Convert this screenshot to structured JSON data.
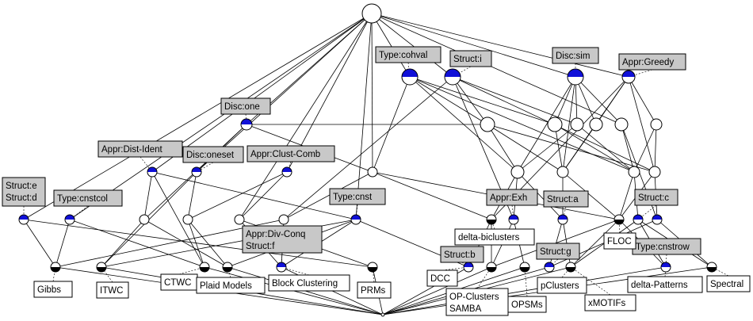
{
  "diagram": {
    "type": "concept-lattice",
    "attribute_labels": [
      "Type:cohval",
      "Struct:i",
      "Disc:sim",
      "Appr:Greedy",
      "Disc:one",
      "Appr:Dist-Ident",
      "Disc:oneset",
      "Appr:Clust-Comb",
      "Struct:e",
      "Struct:d",
      "Type:cnstcol",
      "Type:cnst",
      "Appr:Exh",
      "Struct:a",
      "Struct:c",
      "Appr:Div-Conq",
      "Struct:f",
      "Struct:b",
      "Struct:g",
      "Type:cnstrow"
    ],
    "object_labels": [
      "Gibbs",
      "ITWC",
      "CTWC",
      "Plaid Models",
      "Block Clustering",
      "PRMs",
      "DCC",
      "delta-biclusters",
      "OP-Clusters",
      "SAMBA",
      "OPSMs",
      "pClusters",
      "xMOTIFs",
      "FLOC",
      "delta-Patterns",
      "Spectral"
    ],
    "colors": {
      "attribute_fill": "#1010d8",
      "object_fill": "#000000",
      "attribute_label_bg": "#c8c8c8",
      "object_label_bg": "#ffffff"
    }
  }
}
